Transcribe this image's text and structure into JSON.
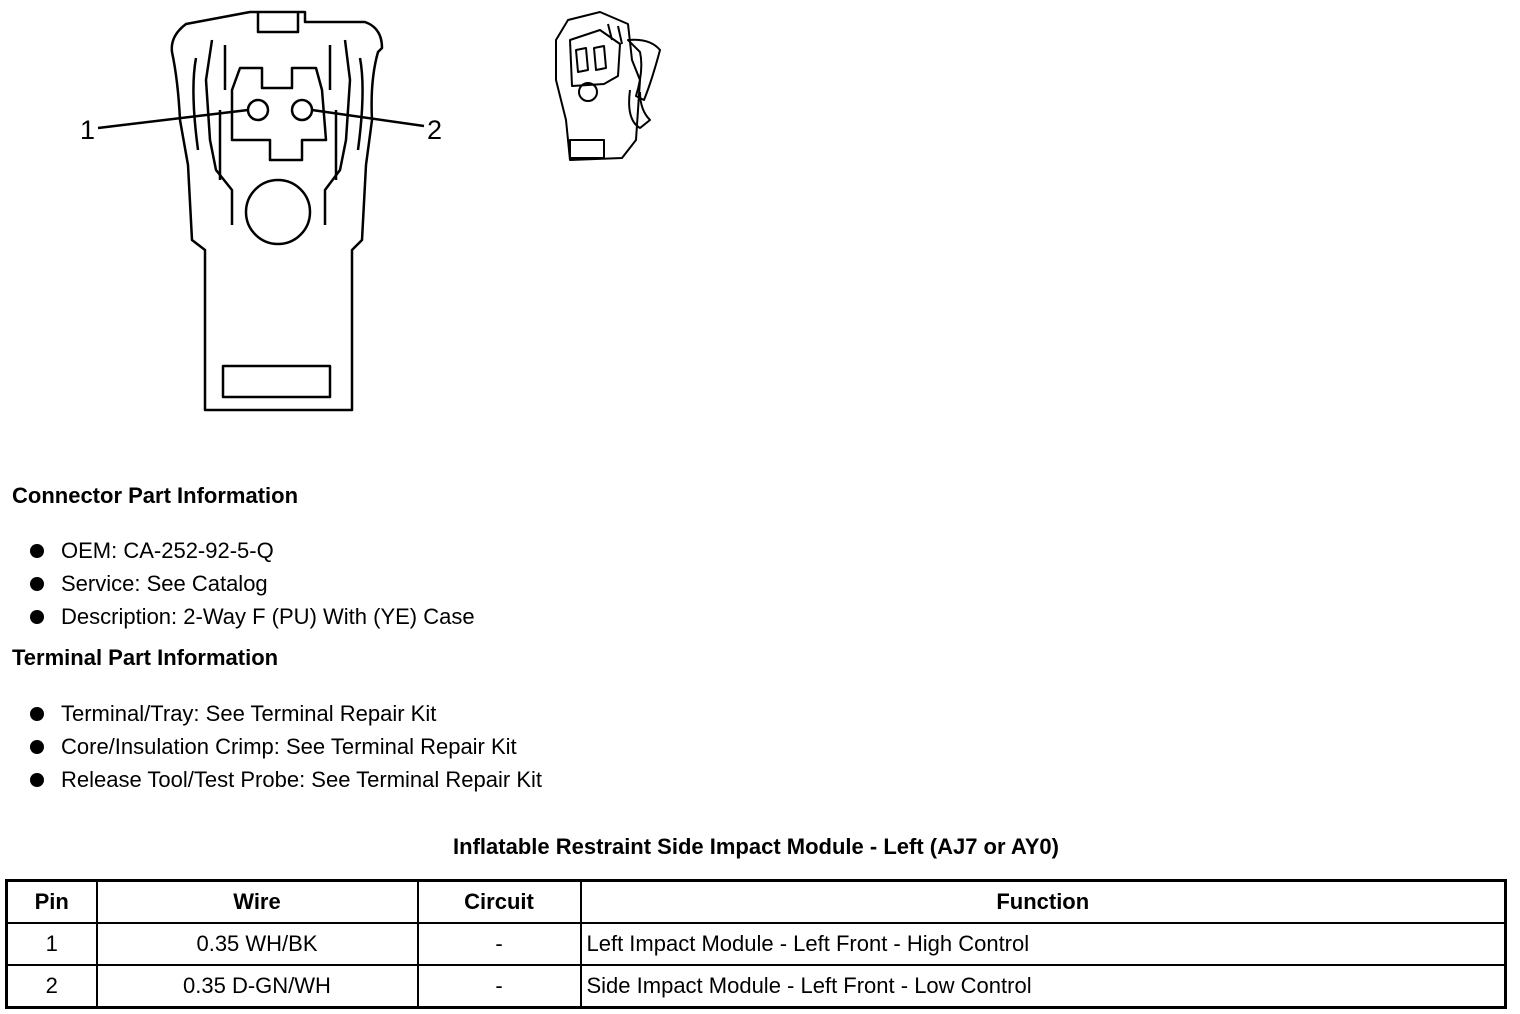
{
  "diagram": {
    "pin_labels": [
      "1",
      "2"
    ]
  },
  "connector_info": {
    "heading": "Connector Part Information",
    "items": [
      "OEM: CA-252-92-5-Q",
      "Service: See Catalog",
      "Description: 2-Way F (PU) With (YE) Case"
    ]
  },
  "terminal_info": {
    "heading": "Terminal Part Information",
    "items": [
      "Terminal/Tray: See Terminal Repair Kit",
      "Core/Insulation Crimp: See Terminal Repair Kit",
      "Release Tool/Test Probe: See Terminal Repair Kit"
    ]
  },
  "table": {
    "title": "Inflatable Restraint Side Impact Module - Left (AJ7 or AY0)",
    "headers": [
      "Pin",
      "Wire",
      "Circuit",
      "Function"
    ],
    "rows": [
      [
        "1",
        "0.35 WH/BK",
        "-",
        "Left Impact Module - Left Front - High Control"
      ],
      [
        "2",
        "0.35 D-GN/WH",
        "-",
        "Side Impact Module - Left Front - Low Control"
      ]
    ]
  }
}
